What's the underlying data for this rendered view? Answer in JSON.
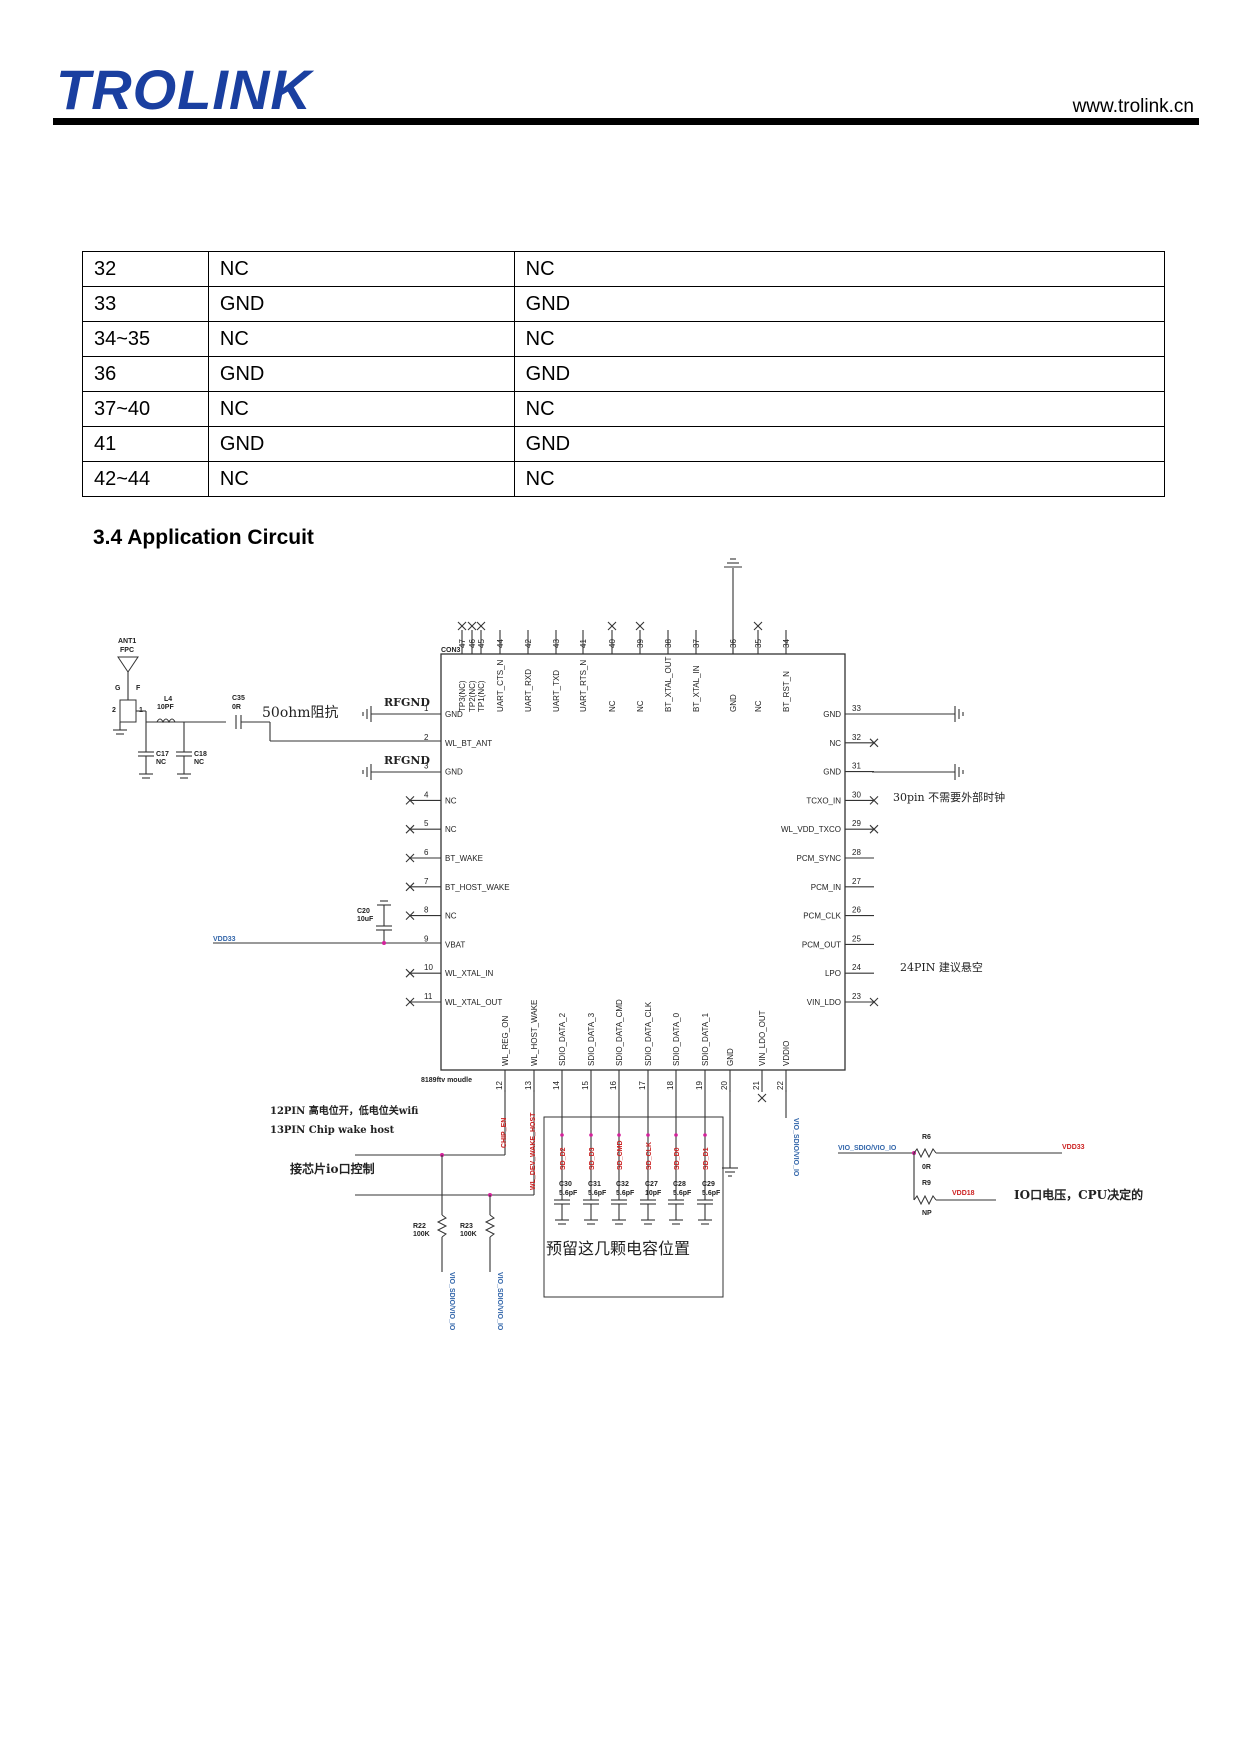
{
  "header": {
    "logo_text": "TROLINK",
    "website": "www.trolink.cn",
    "logo_color": "#1a3fa0",
    "accent_color": "#e02020"
  },
  "pin_table": {
    "rows": [
      [
        "32",
        "NC",
        "NC"
      ],
      [
        "33",
        "GND",
        "GND"
      ],
      [
        "34~35",
        "NC",
        "NC"
      ],
      [
        "36",
        "GND",
        "GND"
      ],
      [
        "37~40",
        "NC",
        "NC"
      ],
      [
        "41",
        "GND",
        "GND"
      ],
      [
        "42~44",
        "NC",
        "NC"
      ]
    ]
  },
  "section": {
    "title": "3.4 Application Circuit"
  },
  "circuit": {
    "chip_ref": "CON3",
    "module_name": "8189ftv moudle",
    "antenna_ref": "ANT1",
    "antenna_type": "FPC",
    "top_pins": [
      {
        "num": "47",
        "label": "TP3(NC)"
      },
      {
        "num": "46",
        "label": "TP2(NC)"
      },
      {
        "num": "45",
        "label": "TP1(NC)"
      },
      {
        "num": "44",
        "label": "UART_CTS_N"
      },
      {
        "num": "42",
        "label": "UART_RXD"
      },
      {
        "num": "43",
        "label": "UART_TXD"
      },
      {
        "num": "41",
        "label": "UART_RTS_N"
      },
      {
        "num": "40",
        "label": "NC"
      },
      {
        "num": "39",
        "label": "NC"
      },
      {
        "num": "38",
        "label": "BT_XTAL_OUT"
      },
      {
        "num": "37",
        "label": "BT_XTAL_IN"
      },
      {
        "num": "36",
        "label": "GND"
      },
      {
        "num": "35",
        "label": "NC"
      },
      {
        "num": "34",
        "label": "BT_RST_N"
      }
    ],
    "left_pins": [
      {
        "num": "1",
        "label": "GND"
      },
      {
        "num": "2",
        "label": "WL_BT_ANT"
      },
      {
        "num": "3",
        "label": "GND"
      },
      {
        "num": "4",
        "label": "NC"
      },
      {
        "num": "5",
        "label": "NC"
      },
      {
        "num": "6",
        "label": "BT_WAKE"
      },
      {
        "num": "7",
        "label": "BT_HOST_WAKE"
      },
      {
        "num": "8",
        "label": "NC"
      },
      {
        "num": "9",
        "label": "VBAT"
      },
      {
        "num": "10",
        "label": "WL_XTAL_IN"
      },
      {
        "num": "11",
        "label": "WL_XTAL_OUT"
      }
    ],
    "right_pins": [
      {
        "num": "33",
        "label": "GND"
      },
      {
        "num": "32",
        "label": "NC"
      },
      {
        "num": "31",
        "label": "GND"
      },
      {
        "num": "30",
        "label": "TCXO_IN"
      },
      {
        "num": "29",
        "label": "WL_VDD_TXCO"
      },
      {
        "num": "28",
        "label": "PCM_SYNC"
      },
      {
        "num": "27",
        "label": "PCM_IN"
      },
      {
        "num": "26",
        "label": "PCM_CLK"
      },
      {
        "num": "25",
        "label": "PCM_OUT"
      },
      {
        "num": "24",
        "label": "LPO"
      },
      {
        "num": "23",
        "label": "VIN_LDO"
      }
    ],
    "bottom_pins": [
      {
        "num": "12",
        "label": "WL_REG_ON"
      },
      {
        "num": "13",
        "label": "WL_HOST_WAKE"
      },
      {
        "num": "14",
        "label": "SDIO_DATA_2"
      },
      {
        "num": "15",
        "label": "SDIO_DATA_3"
      },
      {
        "num": "16",
        "label": "SDIO_DATA_CMD"
      },
      {
        "num": "17",
        "label": "SDIO_DATA_CLK"
      },
      {
        "num": "18",
        "label": "SDIO_DATA_0"
      },
      {
        "num": "19",
        "label": "SDIO_DATA_1"
      },
      {
        "num": "20",
        "label": "GND"
      },
      {
        "num": "21",
        "label": "VIN_LDO_OUT"
      },
      {
        "num": "22",
        "label": "VDDIO"
      }
    ],
    "sdio_nets": [
      "SD_D2",
      "SD_D3",
      "SD_CMD",
      "SD_CLK",
      "SD_D0",
      "SD_D1"
    ],
    "caps": [
      {
        "ref": "C30",
        "val": "5.6pF"
      },
      {
        "ref": "C31",
        "val": "5.6pF"
      },
      {
        "ref": "C32",
        "val": "5.6pF"
      },
      {
        "ref": "C27",
        "val": "10pF"
      },
      {
        "ref": "C28",
        "val": "5.6pF"
      },
      {
        "ref": "C29",
        "val": "5.6pF"
      }
    ],
    "components": {
      "l4_ref": "L4",
      "l4_val": "10PF",
      "c35_ref": "C35",
      "c35_val": "0R",
      "c17_ref": "C17",
      "c17_val": "NC",
      "c18_ref": "C18",
      "c18_val": "NC",
      "c20_ref": "C20",
      "c20_val": "10uF",
      "r22_ref": "R22",
      "r22_val": "100K",
      "r23_ref": "R23",
      "r23_val": "100K",
      "r6_ref": "R6",
      "r6_val": "0R",
      "r9_ref": "R9",
      "r9_val": "NP"
    },
    "nets": {
      "rfgnd": "RFGND",
      "vdd33": "VDD33",
      "vdd18": "VDD18",
      "chip_en": "CHIP_EN",
      "wl_dev_wake_host": "WL_DEV_WAKE_HOST",
      "vio": "VIO_SDIO/VIO_IO",
      "vio_label": "VIO_SDIO/VIO_IO",
      "vio_short": "VIO_SDIO/VIO_IO"
    },
    "annotations": {
      "ohm50": "50ohm阻抗",
      "pin30": "30pin 不需要外部时钟",
      "pin24": "24PIN 建议悬空",
      "pin12": "12PIN 高电位开，低电位关wifi",
      "pin13": "13PIN Chip wake host",
      "io_control": "接芯片io口控制",
      "io_voltage": "IO口电压，CPU决定的",
      "reserve_caps": "预留这几颗电容位置"
    },
    "pin_letters": {
      "g": "G",
      "f": "F",
      "two": "2",
      "one": "1"
    }
  }
}
